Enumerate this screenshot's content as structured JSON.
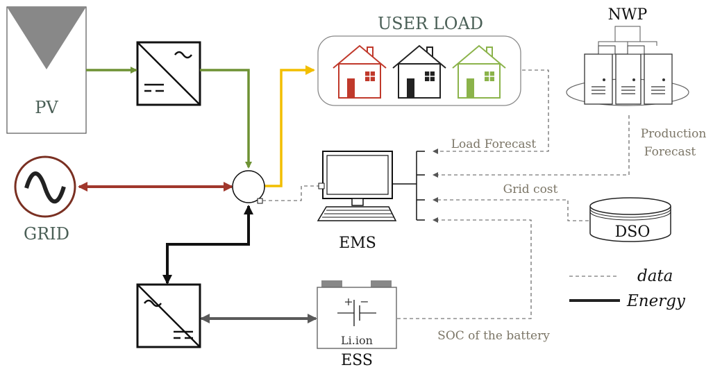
{
  "labels": {
    "pv": "PV",
    "grid": "GRID",
    "user_load": "USER LOAD",
    "nwp": "NWP",
    "ems": "EMS",
    "dso": "DSO",
    "ess": "ESS",
    "battery_chem": "Li.ion",
    "battery_plus": "+",
    "battery_minus": "−"
  },
  "data_flows": {
    "load_forecast": "Load Forecast",
    "production_forecast_line1": "Production",
    "production_forecast_line2": "Forecast",
    "grid_cost": "Grid cost",
    "soc": "SOC of the battery"
  },
  "legend": {
    "data": "data",
    "energy": "Energy"
  },
  "colors": {
    "pv_flow": "#6e9234",
    "load_flow": "#f2be00",
    "grid_flow": "#a0372c",
    "ess_flow": "#111111",
    "battery_flow": "#5a5a5a",
    "data_line": "#555555",
    "house_red": "#c0392b",
    "house_black": "#222222",
    "house_green": "#8bb34a"
  },
  "icons": [
    "solar-panel-icon",
    "dc-ac-inverter-icon",
    "ac-sine-icon",
    "house-icon",
    "server-icon",
    "computer-icon",
    "database-icon",
    "battery-icon"
  ]
}
